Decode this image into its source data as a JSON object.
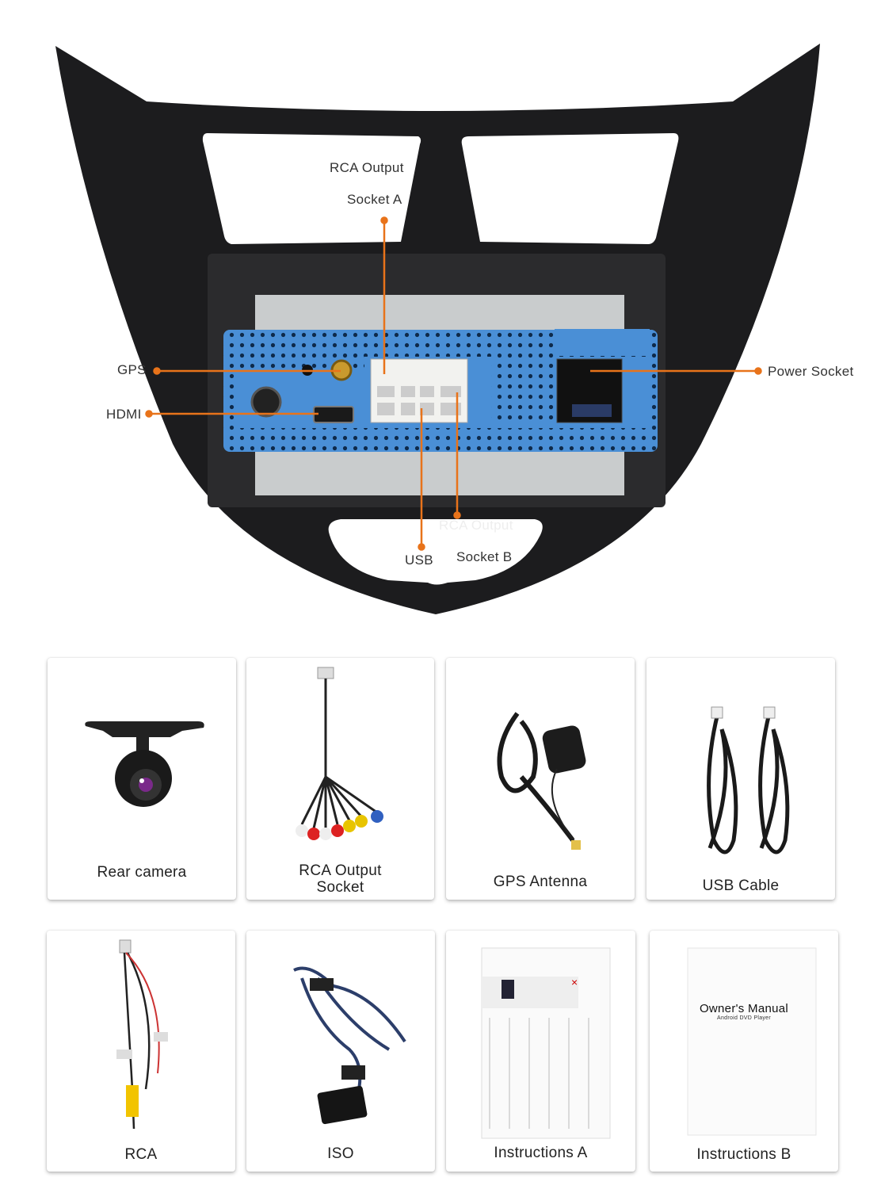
{
  "callouts": {
    "rca_a_line1": "RCA Output",
    "rca_a_line2": "Socket A",
    "gps": "GPS",
    "hdmi": "HDMI",
    "power": "Power Socket",
    "rca_b_line1": "RCA Output",
    "rca_b_line2": "Socket B",
    "usb": "USB"
  },
  "colors": {
    "callout_line": "#e8731a",
    "unit_blue": "#4a8fd6",
    "dash": "#1c1c1e"
  },
  "accessories": [
    {
      "label": "Rear camera",
      "icon": "rear-camera"
    },
    {
      "label": "RCA Output",
      "label2": "Socket",
      "icon": "rca-harness"
    },
    {
      "label": "GPS Antenna",
      "icon": "gps-antenna"
    },
    {
      "label": "USB Cable",
      "icon": "usb-cable"
    },
    {
      "label": "RCA",
      "icon": "rca-cable"
    },
    {
      "label": "ISO",
      "icon": "iso-harness"
    },
    {
      "label": "Instructions A",
      "icon": "instruction-sheet"
    },
    {
      "label": "Instructions B",
      "icon": "owners-manual",
      "manual_title": "Owner's Manual",
      "manual_subtitle": "Android DVD Player"
    }
  ]
}
